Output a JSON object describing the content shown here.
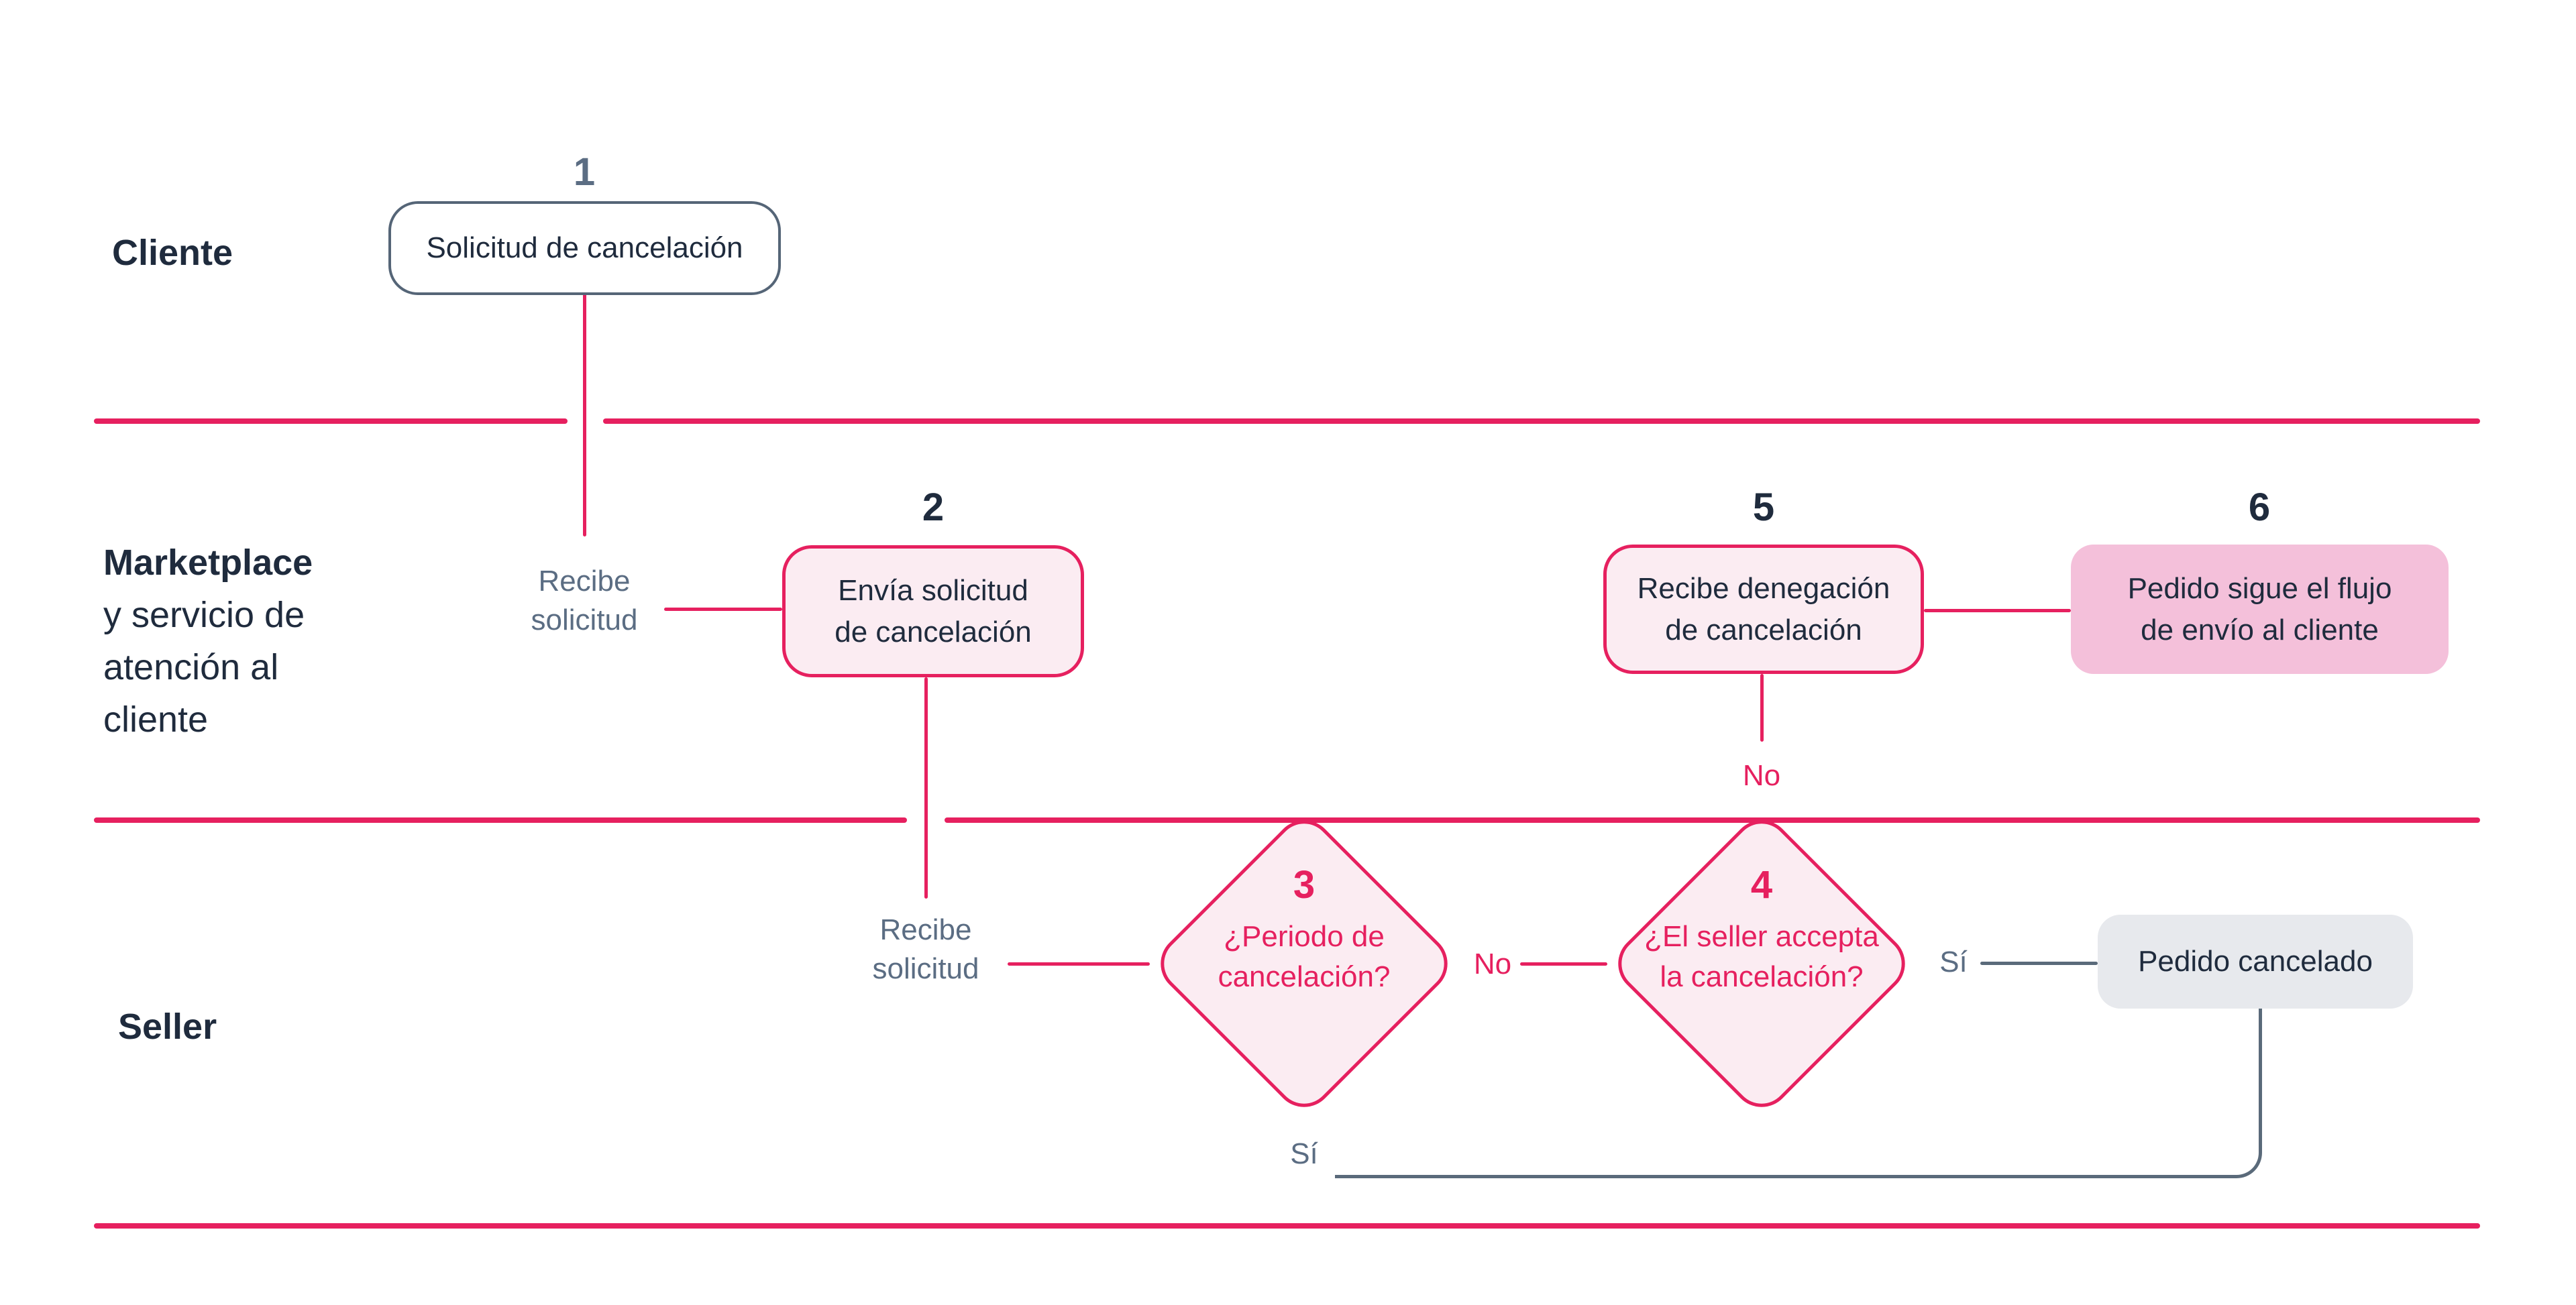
{
  "palette": {
    "pink": "#E6205F",
    "pink_fill_light": "#FBECF2",
    "pink_fill_medium": "#F4C0DA",
    "navy": "#1F2B3D",
    "slate": "#5B6D83",
    "gray_line": "#5A6A7A",
    "gray_fill": "#E7E9ED",
    "outline_border": "#556577"
  },
  "lanes": {
    "cliente": {
      "label": "Cliente"
    },
    "marketplace": {
      "line1": "Marketplace",
      "line2": "y servicio de",
      "line3": "atención al",
      "line4": "cliente"
    },
    "seller": {
      "label": "Seller"
    }
  },
  "nodes": {
    "box1": {
      "number": "1",
      "label": "Solicitud de cancelación"
    },
    "box2": {
      "number": "2",
      "line1": "Envía solicitud",
      "line2": "de cancelación"
    },
    "diamond3": {
      "number": "3",
      "line1": "¿Periodo de",
      "line2": "cancelación?"
    },
    "diamond4": {
      "number": "4",
      "line1": "¿El seller accepta",
      "line2": "la cancelación?"
    },
    "box5": {
      "number": "5",
      "line1": "Recibe denegación",
      "line2": "de cancelación"
    },
    "box6": {
      "number": "6",
      "line1": "Pedido sigue el flujo",
      "line2": "de envío al cliente"
    },
    "box7": {
      "label": "Pedido cancelado"
    }
  },
  "edge_labels": {
    "recibe_solicitud_1": {
      "line1": "Recibe",
      "line2": "solicitud"
    },
    "recibe_solicitud_2": {
      "line1": "Recibe",
      "line2": "solicitud"
    },
    "no_1": "No",
    "no_2": "No",
    "si_1": "Sí",
    "si_2": "Sí"
  }
}
